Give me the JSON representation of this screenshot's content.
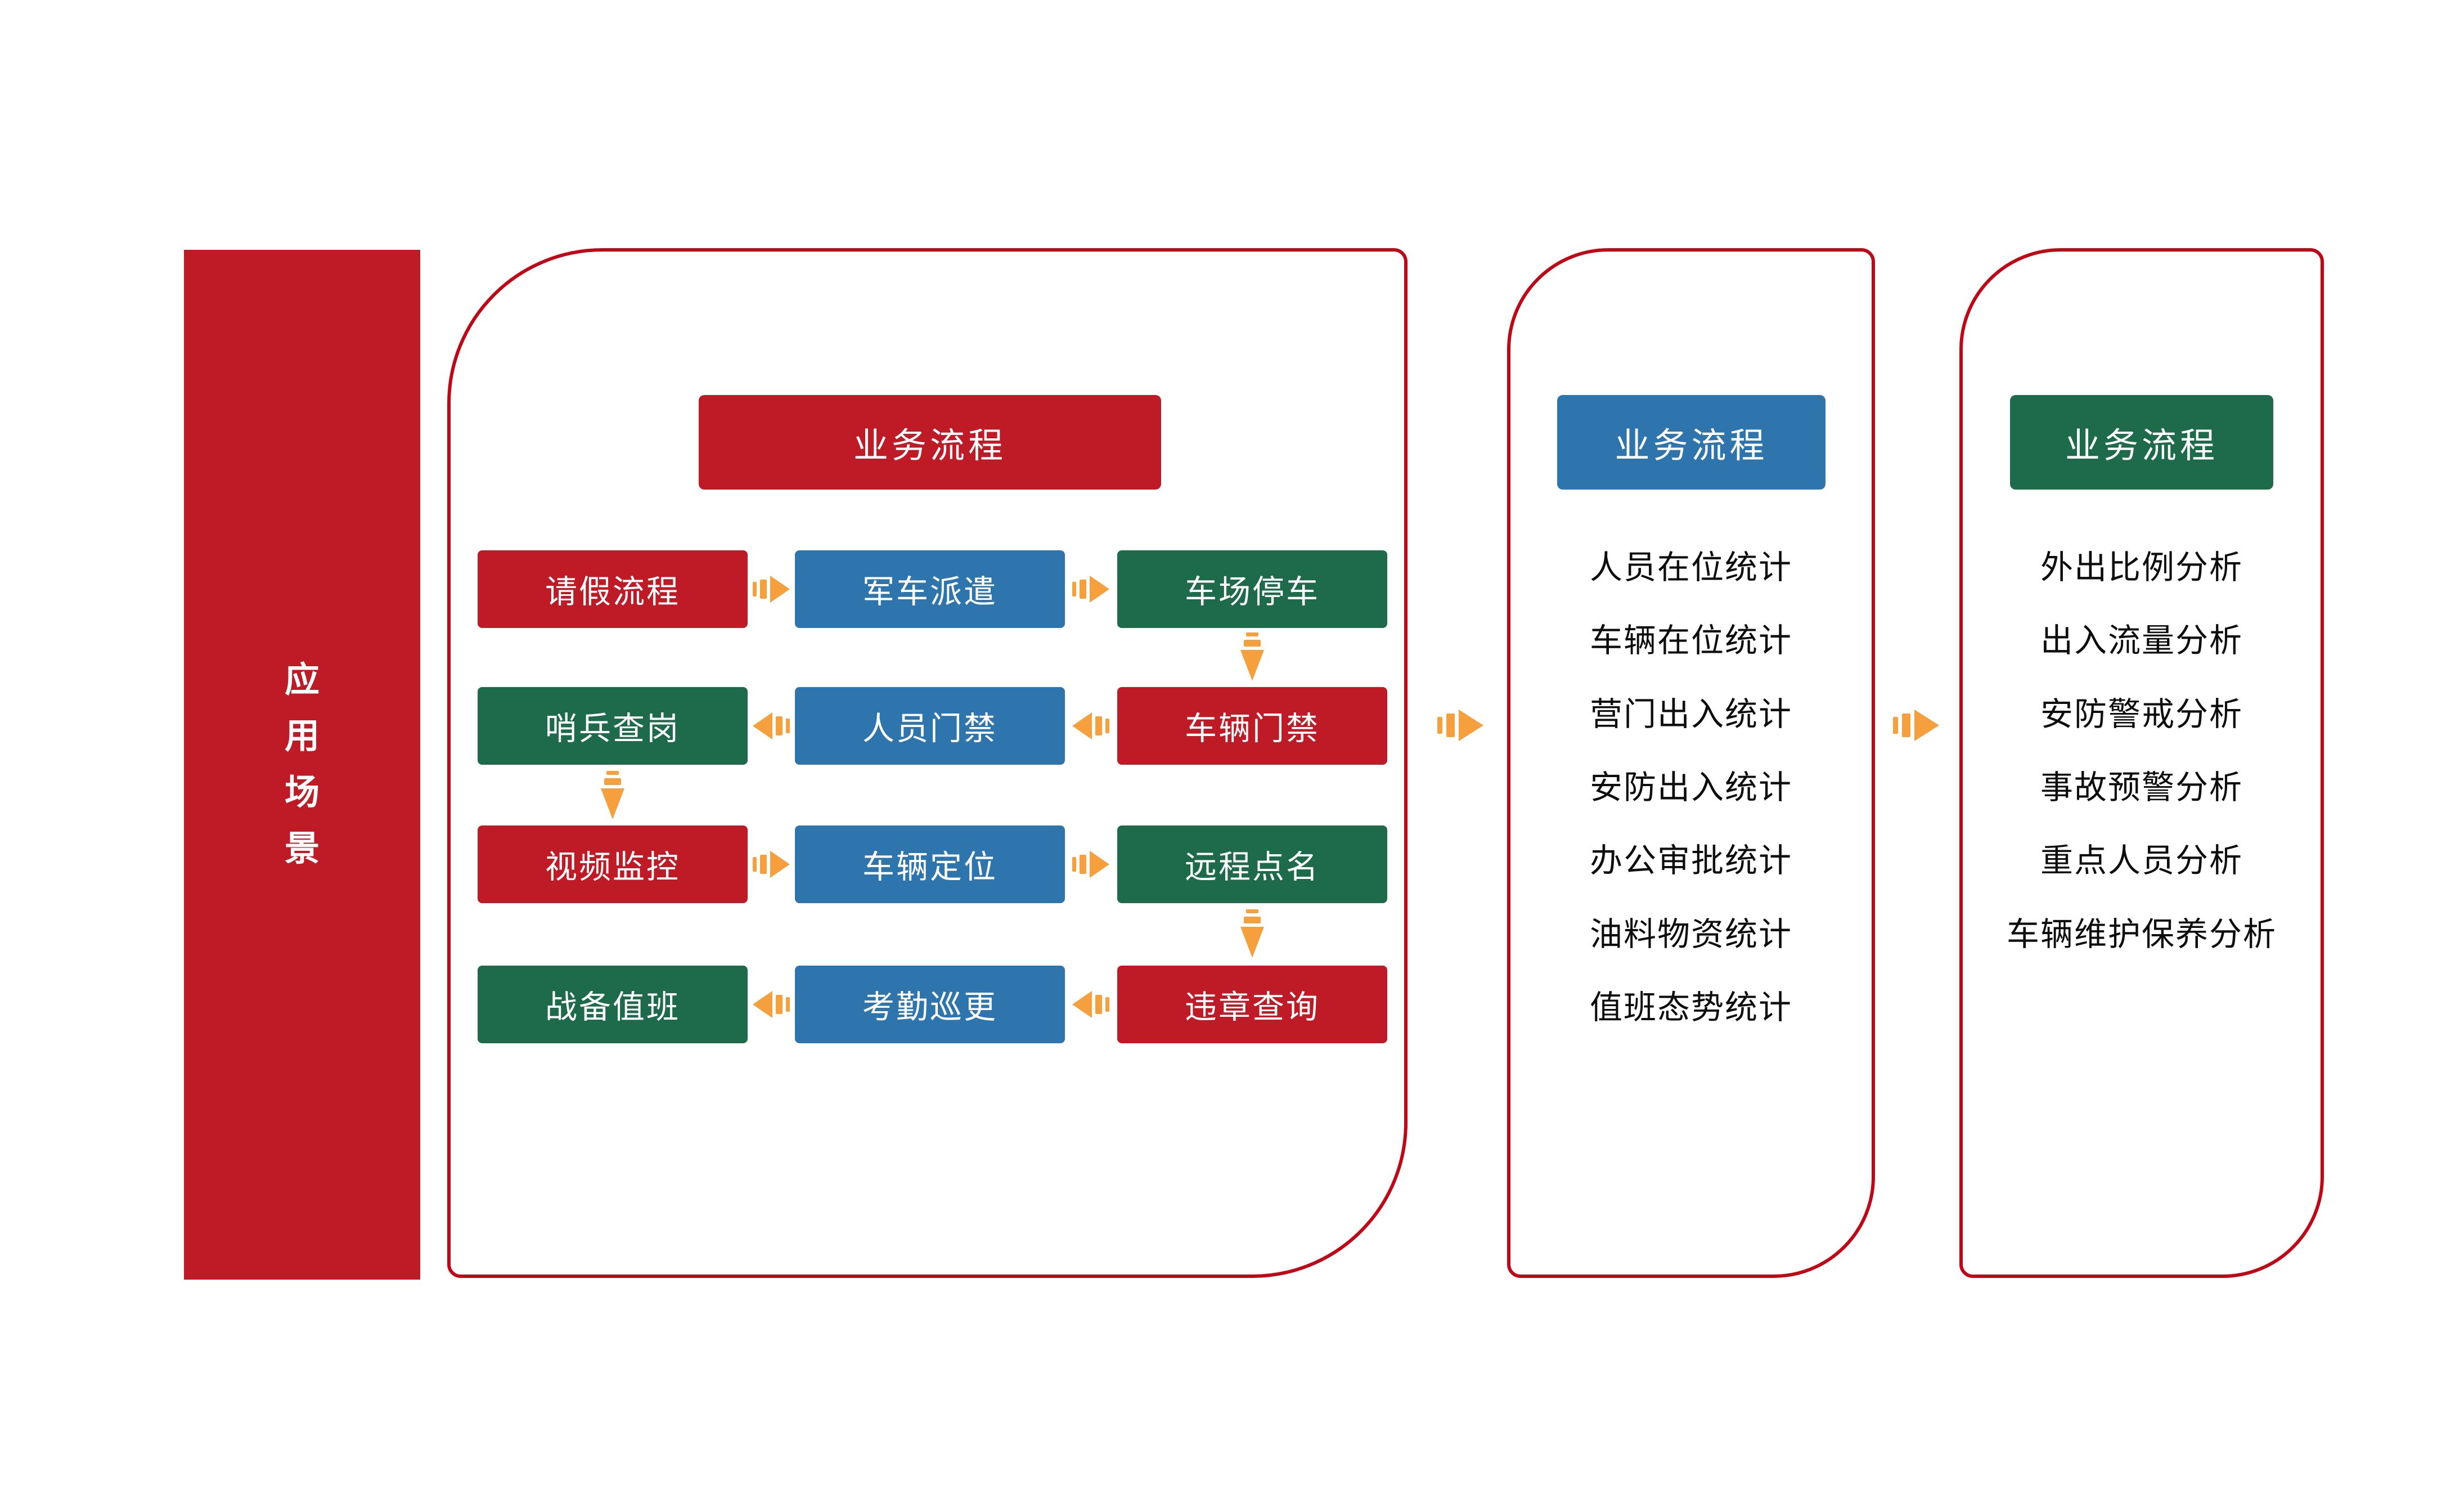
{
  "colors": {
    "red": "#BE1B26",
    "border_red": "#C00715",
    "blue": "#2E75AD",
    "green": "#1D6B4B",
    "orange": "#F5A03D",
    "text_dark": "#0D0D0D",
    "white": "#FFFFFF"
  },
  "sidebar": {
    "label": "应用场景"
  },
  "flow_panel": {
    "header": "业务流程",
    "boxes": [
      {
        "label": "请假流程",
        "color": "red"
      },
      {
        "label": "军车派遣",
        "color": "blue"
      },
      {
        "label": "车场停车",
        "color": "green"
      },
      {
        "label": "哨兵查岗",
        "color": "green"
      },
      {
        "label": "人员门禁",
        "color": "blue"
      },
      {
        "label": "车辆门禁",
        "color": "red"
      },
      {
        "label": "视频监控",
        "color": "red"
      },
      {
        "label": "车辆定位",
        "color": "blue"
      },
      {
        "label": "远程点名",
        "color": "green"
      },
      {
        "label": "战备值班",
        "color": "green"
      },
      {
        "label": "考勤巡更",
        "color": "blue"
      },
      {
        "label": "违章查询",
        "color": "red"
      }
    ]
  },
  "stats_panel": {
    "header": "业务流程",
    "items": [
      "人员在位统计",
      "车辆在位统计",
      "营门出入统计",
      "安防出入统计",
      "办公审批统计",
      "油料物资统计",
      "值班态势统计"
    ]
  },
  "analysis_panel": {
    "header": "业务流程",
    "items": [
      "外出比例分析",
      "出入流量分析",
      "安防警戒分析",
      "事故预警分析",
      "重点人员分析",
      "车辆维护保养分析"
    ]
  }
}
